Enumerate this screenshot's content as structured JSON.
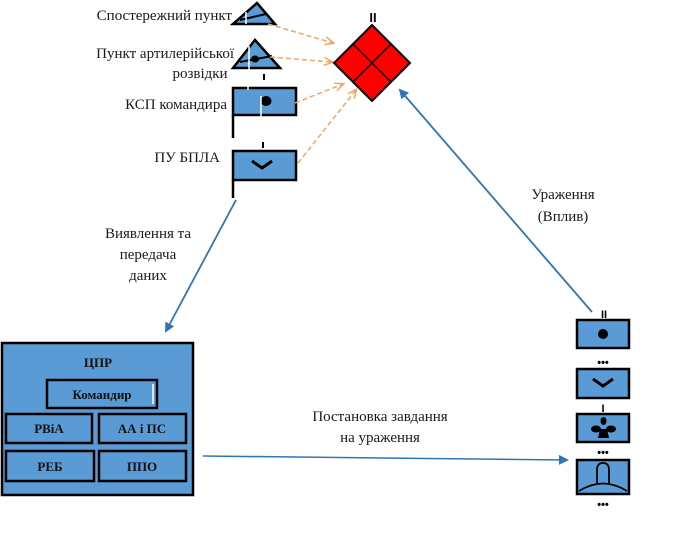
{
  "colors": {
    "unit_fill": "#5b9bd5",
    "target_fill": "#ff0000",
    "outline": "#000000",
    "blue_arrow": "#2e75b6",
    "orange_arrow": "#f4a460"
  },
  "recon": {
    "observation_post": {
      "label": "Спостережний пункт",
      "icon": "observation-post-triangle"
    },
    "artillery_recon_post": {
      "label_line1": "Пункт артилерійської",
      "label_line2": "розвідки",
      "icon": "artillery-recon-triangle"
    },
    "commander_csp": {
      "label": "КСП командира",
      "icon": "command-post-flag"
    },
    "uav_control": {
      "label": "ПУ БПЛА",
      "icon": "uav-control-flag"
    }
  },
  "target": {
    "echelon": "II",
    "icon": "enemy-target-diamond"
  },
  "arrows": {
    "detection": {
      "line1": "Виявлення та",
      "line2": "передача",
      "line3": "даних"
    },
    "strike": {
      "line1": "Ураження",
      "line2": "(Вплив)"
    },
    "tasking": {
      "line1": "Постановка  завдання",
      "line2": "на ураження"
    }
  },
  "cpr": {
    "title": "ЦПР",
    "commander": "Командир",
    "cells": [
      "РВіА",
      "АА і ПС",
      "РЕБ",
      "ППО"
    ]
  },
  "fire_units": [
    {
      "echelon": "II",
      "icon": "artillery-unit"
    },
    {
      "echelon": "•••",
      "icon": "uav-unit"
    },
    {
      "echelon": "I",
      "icon": "rocket-unit"
    },
    {
      "echelon": "•••",
      "icon": "air-defense-unit"
    }
  ],
  "fire_units_bottom_echelon": "•••"
}
